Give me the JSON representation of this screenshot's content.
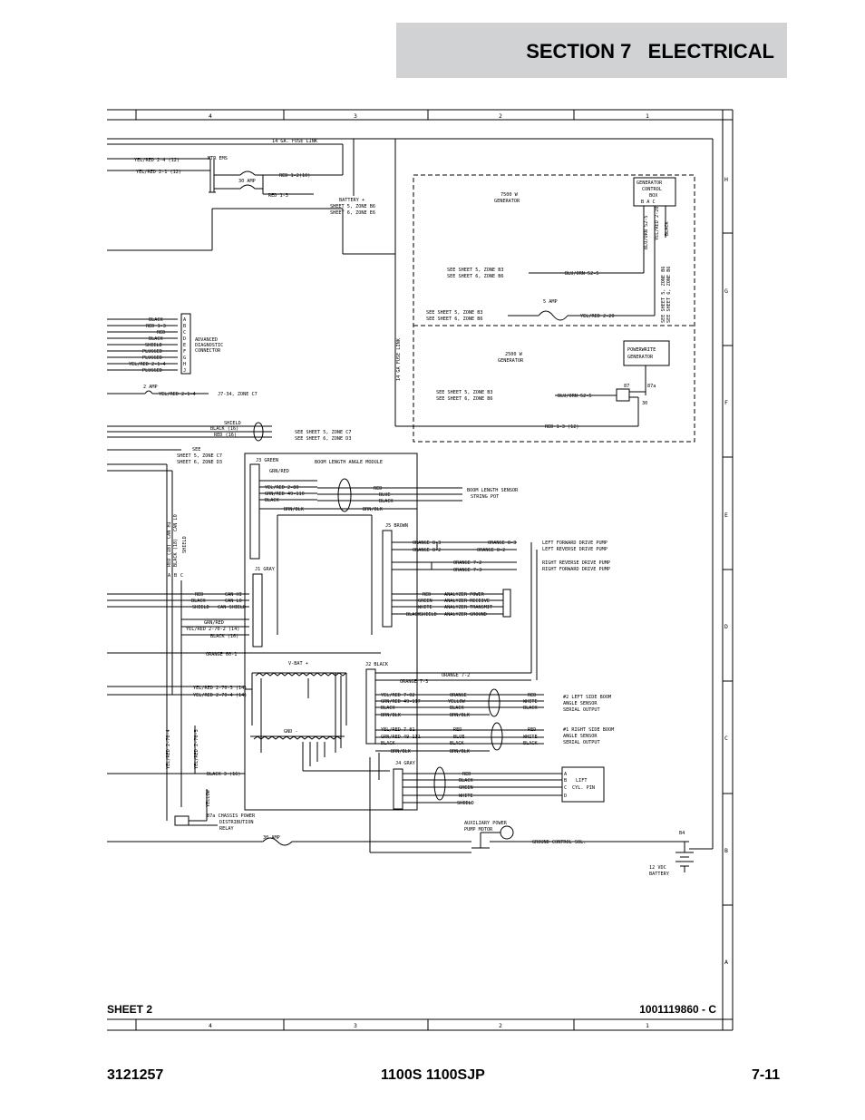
{
  "header": {
    "section": "SECTION 7",
    "title": "ELECTRICAL"
  },
  "footer": {
    "left": "3121257",
    "center": "1100S 1100SJP",
    "right": "7-11"
  },
  "sheet": {
    "label": "SHEET 2",
    "drawing_number": "1001119860 - C"
  },
  "zones_columns": [
    "4",
    "3",
    "2",
    "1"
  ],
  "zones_rows": [
    "H",
    "G",
    "F",
    "E",
    "D",
    "C",
    "B",
    "A"
  ],
  "colors": {
    "header_bg": "#d1d2d4",
    "ink": "#000000",
    "page": "#ffffff"
  },
  "labels": {
    "fuse_link_top": "14 GA. FUSE LINK",
    "fuse_link_side": "14 GA FUSE LINK",
    "mtr_ems": "MTR EMS",
    "yelred_24": "YEL/RED 2-4 (12)",
    "yelred_21": "YEL/RED 2-1 (12)",
    "amp30_top": "30 AMP",
    "red_12": "RED 1-2(10)",
    "red_13": "RED 1-3",
    "battery_ref": "BATTERY +",
    "battery_ref2": "SHEET 5, ZONE B6",
    "battery_ref3": "SHEET 6, ZONE E6",
    "gen7500": "7500 W",
    "gen7500b": "GENERATOR",
    "gen_box1": "GENERATOR",
    "gen_box2": "CONTROL",
    "gen_box3": "BOX",
    "gen_box_pins": "B  A  C",
    "bluorn_525": "BLU/ORN 52-5",
    "yelred_220": "YEL/RED 2-20",
    "black_v": "BLACK",
    "see_s5_b3": "SEE SHEET 5, ZONE B3",
    "see_s6_b6": "SEE SHEET 6, ZONE B6",
    "see_s5_b3b": "SEE SHEET 5, ZONE B3",
    "see_s6_b6b": "SEE SHEET 6, ZONE B6",
    "amp5": "5 AMP",
    "see_v1": "SEE SHEET 5, ZONE B6",
    "see_v2": "SEE SHEET 6, ZONE B6",
    "gen2500": "2500 W",
    "gen2500b": "GENERATOR",
    "powerwrite1": "POWERWRITE",
    "powerwrite2": "GENERATOR",
    "see_s5_b3c": "SEE SHEET 5, ZONE B3",
    "see_s6_b6c": "SEE SHEET 6, ZONE B6",
    "bluorn_525b": "BLU/ORN 52-5",
    "red_13_12": "RED 1-3 (12)",
    "relay87": "87",
    "relay87a": "87a",
    "relay30": "30",
    "diag_wires": [
      "BLACK",
      "RED 1-3",
      "RED",
      "BLACK",
      "SHIELD",
      "PLUGGED",
      "PLUGGED",
      "YEL/RED 2-1-4",
      "PLUGGED"
    ],
    "diag_pins": [
      "A",
      "B",
      "C",
      "D",
      "E",
      "F",
      "G",
      "H",
      "J"
    ],
    "diag_conn": [
      "ADVANCED",
      "DIAGNOSTIC",
      "CONNECTOR"
    ],
    "amp2": "2 AMP",
    "yelred_2114": "YEL/RED 2-1-4",
    "j7_ref": "J7-34, ZONE C7",
    "shield_l": "SHIELD",
    "black_16": "BLACK (16)",
    "red_16": "RED (16)",
    "see_s5_c7": "SEE SHEET 5, ZONE C7",
    "see_s6_d3": "SEE SHEET 6, ZONE D3",
    "see_word": "SEE",
    "see_s5_c7b": "SHEET 5, ZONE C7",
    "see_s6_d3b": "SHEET 6, ZONE D3",
    "j3_green": "J3 GREEN",
    "blam": "BOOM LENGTH ANGLE MODULE",
    "j3_wires": [
      "GRN/RED",
      "YEL/RED 2-80",
      "GRN/RED 49-110",
      "BLACK",
      "BRN/BLK"
    ],
    "blam_right": [
      "RED",
      "BLUE",
      "BLACK",
      "BRN/BLK"
    ],
    "boom_sensor1": "BOOM LENGTH SENSOR",
    "boom_sensor2": "STRING POT",
    "j5_brown": "J5 BROWN",
    "j5_wires": [
      "ORANGE 8-3",
      "ORANGE 8-2",
      "ORANGE 7-2",
      "ORANGE 7-3"
    ],
    "pumps": [
      "LEFT FORWARD DRIVE PUMP",
      "LEFT REVERSE DRIVE PUMP",
      "RIGHT REVERSE DRIVE PUMP",
      "RIGHT FORWARD DRIVE PUMP"
    ],
    "analyzer": [
      "RED",
      "GREEN",
      "WHITE",
      "BLACK"
    ],
    "analyzer_names": [
      "ANALYZER POWER",
      "ANALYZER RECEIVE",
      "ANALYZER TRANSMIT",
      "ANALYZER GROUND"
    ],
    "analyzer_shield": "SHIELD",
    "can_left": [
      "RED (18)",
      "CAN HI",
      "BLACK (18)",
      "CAN LO",
      "SHIELD"
    ],
    "can_pins": [
      "A",
      "B",
      "C"
    ],
    "j1_gray": "J1 GRAY",
    "j1_wires": [
      "RED",
      "BLACK",
      "SHIELD",
      "GRN/RED",
      "YEL/RED 2-70-2 (14)",
      "BLACK (16)"
    ],
    "j1_right": [
      "CAN HI",
      "CAN LO",
      "CAN SHIELD"
    ],
    "orange_601": "ORANGE 60-1",
    "vbat": "V-BAT +",
    "gnd": "GND -",
    "j2_black": "J2 BLACK",
    "orange_73": "ORANGE 7-3",
    "orange_72": "ORANGE 7-2",
    "yelred_703": "YEL/RED 2-70-3 (14)",
    "yelred_704": "YEL/RED 2-70-4 (14)",
    "j2_wires_top": [
      "YEL/RED 7-02",
      "GRN/RED 49-117",
      "BLACK",
      "BRN/BLK"
    ],
    "j2_mid_top": [
      "ORANGE",
      "YELLOW",
      "BLACK",
      "BRN/BLK"
    ],
    "j2_right_top": [
      "RED",
      "WHITE",
      "BLACK"
    ],
    "left_sensor": [
      "#2 LEFT SIDE BOOM",
      "ANGLE SENSOR",
      "SERIAL OUTPUT"
    ],
    "j2_wires_bot": [
      "YEL/RED 7-81",
      "GRN/RED 49-111",
      "BLACK",
      "BRN/BLK"
    ],
    "j2_mid_bot": [
      "RED",
      "BLUE",
      "BLACK",
      "BRN/BLK"
    ],
    "j2_right_bot": [
      "RED",
      "WHITE",
      "BLACK"
    ],
    "right_sensor": [
      "#1 RIGHT SIDE BOOM",
      "ANGLE SENSOR",
      "SERIAL OUTPUT"
    ],
    "yelred_2704": "YEL/RED 2-70-4",
    "yelred_2705": "YEL/RED 2-70-5",
    "black_3": "BLACK 3 (16)",
    "yellow_v": "YELLOW",
    "j4_gray": "J4 GRAY",
    "j4_wires": [
      "RED",
      "BLACK",
      "GREEN",
      "WHITE",
      "SHIELD"
    ],
    "lift_pins": [
      "A",
      "B",
      "C",
      "D"
    ],
    "lift_cyl": [
      "LIFT",
      "CYL. PIN"
    ],
    "chassis_relay": [
      "87a CHASSIS POWER",
      "DISTRIBUTION",
      "RELAY"
    ],
    "amp30_bot": "30 AMP",
    "aux_pump": [
      "AUXILIARY POWER",
      "PUMP MOTOR"
    ],
    "ground_ctrl": "GROUND CONTROL SOL.",
    "b4": "B4",
    "battery": [
      "12 VDC",
      "BATTERY"
    ]
  }
}
